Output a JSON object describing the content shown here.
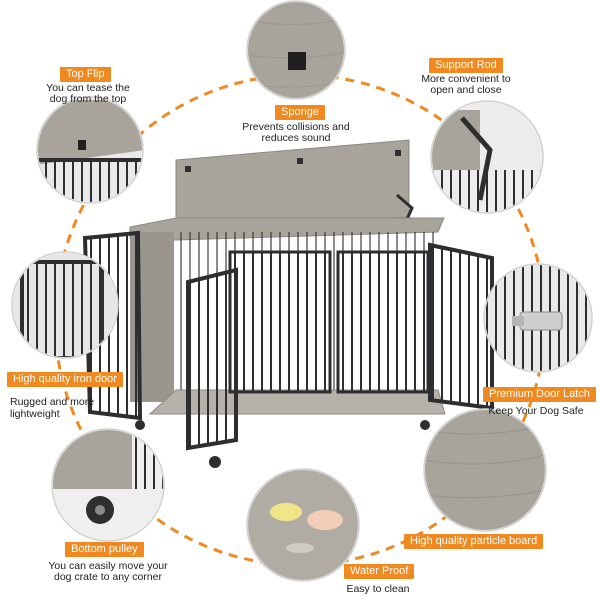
{
  "colors": {
    "accent": "#f0891f",
    "dashed_arc": "#f0891f",
    "wood": "#a8a49b",
    "wood_dark": "#8d8980",
    "iron": "#2e2e30",
    "text": "#222222",
    "label_text": "#ffffff"
  },
  "features": {
    "top_flip": {
      "label": "Top Flip",
      "desc": [
        "You can tease the",
        "dog from the top"
      ]
    },
    "sponge": {
      "label": "Sponge",
      "desc": [
        "Prevents collisions and",
        "reduces sound"
      ]
    },
    "support_rod": {
      "label": "Support Rod",
      "desc": [
        "More convenient to",
        "open and close"
      ]
    },
    "iron_door": {
      "label": "High quality iron door",
      "desc": [
        "Rugged and more",
        "lightweight"
      ]
    },
    "door_latch": {
      "label": "Premium Door Latch",
      "desc": [
        "Keep Your Dog Safe"
      ]
    },
    "bottom_pulley": {
      "label": "Bottom pulley",
      "desc": [
        "You can easily move your",
        "dog crate to any corner"
      ]
    },
    "particle_board": {
      "label": "High quality particle board",
      "desc": []
    },
    "water_proof": {
      "label": "Water Proof",
      "desc": [
        "Easy to clean"
      ]
    }
  }
}
